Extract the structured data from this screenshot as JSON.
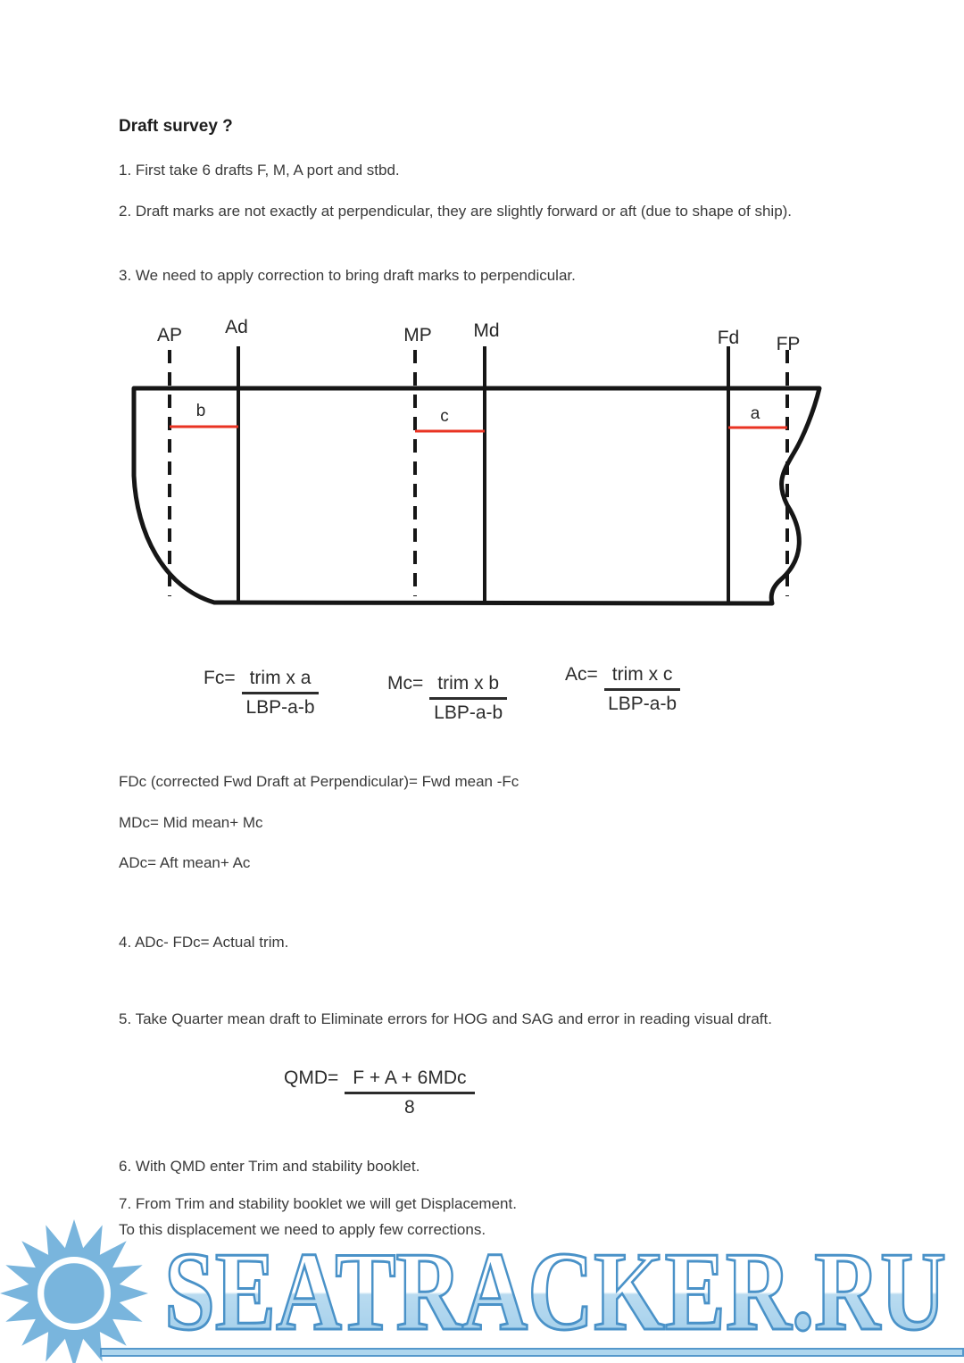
{
  "document": {
    "title": "Draft survey ?",
    "step1": "1. First take 6 drafts F, M, A port and stbd.",
    "step2": "2. Draft marks are not exactly at perpendicular, they are slightly forward or aft (due to shape of ship).",
    "step3": "3. We need to apply correction to bring draft marks to perpendicular.",
    "correction1": "FDc (corrected Fwd Draft at Perpendicular)= Fwd mean -Fc",
    "correction2": "MDc= Mid mean+ Mc",
    "correction3": "ADc= Aft mean+ Ac",
    "step4": "4. ADc- FDc= Actual trim.",
    "step5": "5. Take Quarter mean draft to Eliminate errors for HOG and SAG and error in reading visual draft.",
    "step6": "6. With QMD enter Trim and stability booklet.",
    "step7_line1": "7. From Trim and stability booklet we will get Displacement.",
    "step7_line2": "To this displacement we need to apply few corrections."
  },
  "diagram": {
    "labels": {
      "ap": "AP",
      "ad": "Ad",
      "mp": "MP",
      "md": "Md",
      "fd": "Fd",
      "fp": "FP",
      "b": "b",
      "c": "c",
      "a": "a"
    },
    "colors": {
      "hull": "#161616",
      "distance_line": "#e93323"
    }
  },
  "formulas": {
    "fc": {
      "lhs": "Fc=",
      "numerator": "trim x a",
      "denominator": "LBP-a-b"
    },
    "mc": {
      "lhs": "Mc=",
      "numerator": "trim x b",
      "denominator": "LBP-a-b"
    },
    "ac": {
      "lhs": "Ac=",
      "numerator": "trim x c",
      "denominator": "LBP-a-b"
    },
    "qmd": {
      "lhs": "QMD=",
      "numerator": "F + A + 6MDc",
      "denominator": "8"
    }
  },
  "watermark": {
    "text": "SEATRACKER.RU",
    "outline_color": "#4a92c8",
    "fill_color": "#aed6ee"
  }
}
